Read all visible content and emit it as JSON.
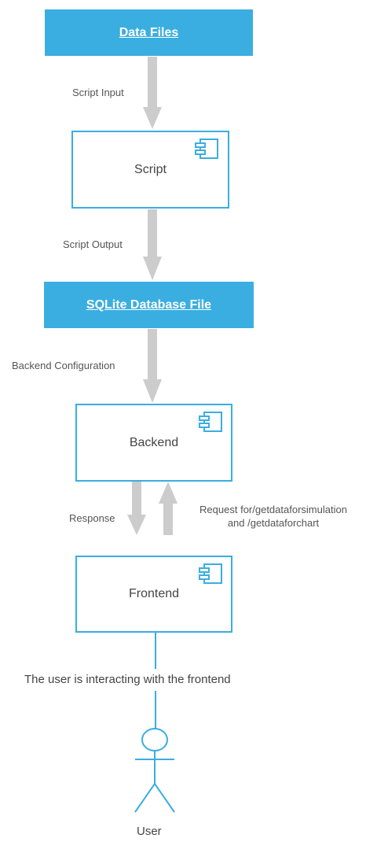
{
  "nodes": {
    "data_files": "Data Files",
    "script": "Script",
    "sqlite": "SQLite Database File",
    "backend": "Backend",
    "frontend": "Frontend"
  },
  "edges": {
    "script_input": "Script Input",
    "script_output": "Script Output",
    "backend_config": "Backend Configuration",
    "response": "Response",
    "request_line1": "Request for/getdataforsimulation",
    "request_line2": "and /getdataforchart"
  },
  "note": "The user is interacting with the frontend",
  "actor": "User",
  "colors": {
    "accent": "#3aaee0",
    "arrow": "#cccccc",
    "text": "#444444"
  },
  "icons": {
    "component": "component-icon",
    "actor": "stick-figure-icon"
  }
}
